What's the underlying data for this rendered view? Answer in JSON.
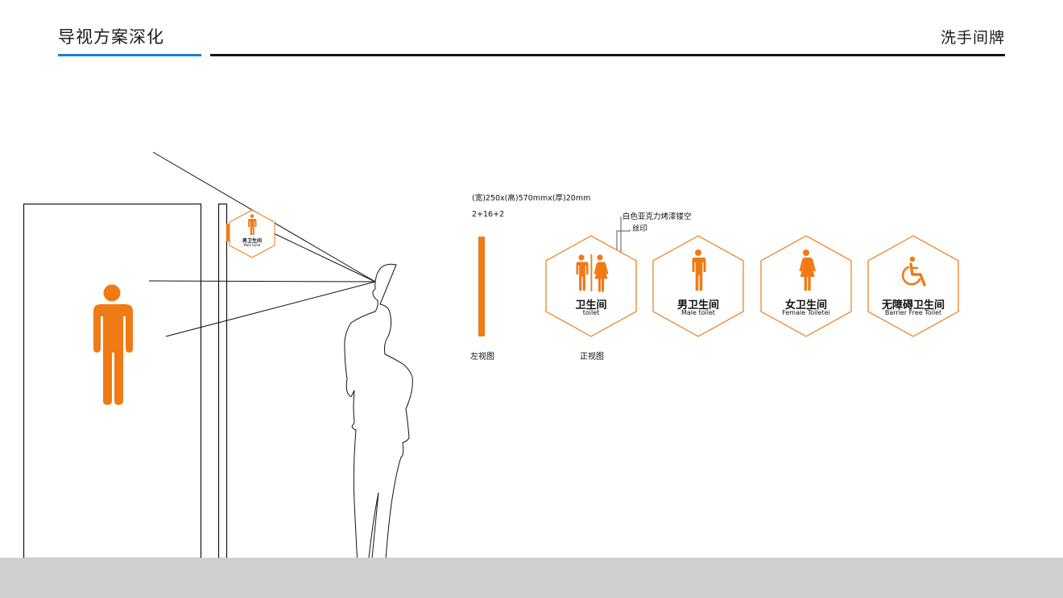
{
  "header": {
    "title": "导视方案深化",
    "section": "洗手间牌",
    "accent_color": "#1a7fd4"
  },
  "spec": {
    "dimensions": "(宽)250x(高)570mmx(厚)20mm",
    "thickness": "2+16+2",
    "material": "白色亚克力烤漆镂空",
    "print": "丝印"
  },
  "views": {
    "left_view": "左视图",
    "front_view": "正视图"
  },
  "signs": [
    {
      "cn": "卫生间",
      "en": "toilet",
      "icon": "unisex-toilet-icon"
    },
    {
      "cn": "男卫生间",
      "en": "Male toilet",
      "icon": "male-icon"
    },
    {
      "cn": "女卫生间",
      "en": "Female Toiletei",
      "icon": "female-icon"
    },
    {
      "cn": "无障碍卫生间",
      "en": "Barrier Free Toilet",
      "icon": "wheelchair-icon"
    }
  ],
  "mounted_sign": {
    "cn": "男卫生间",
    "en": "Male toilet"
  },
  "colors": {
    "sign_orange": "#f07a14",
    "floor": "#cfcfcf"
  }
}
